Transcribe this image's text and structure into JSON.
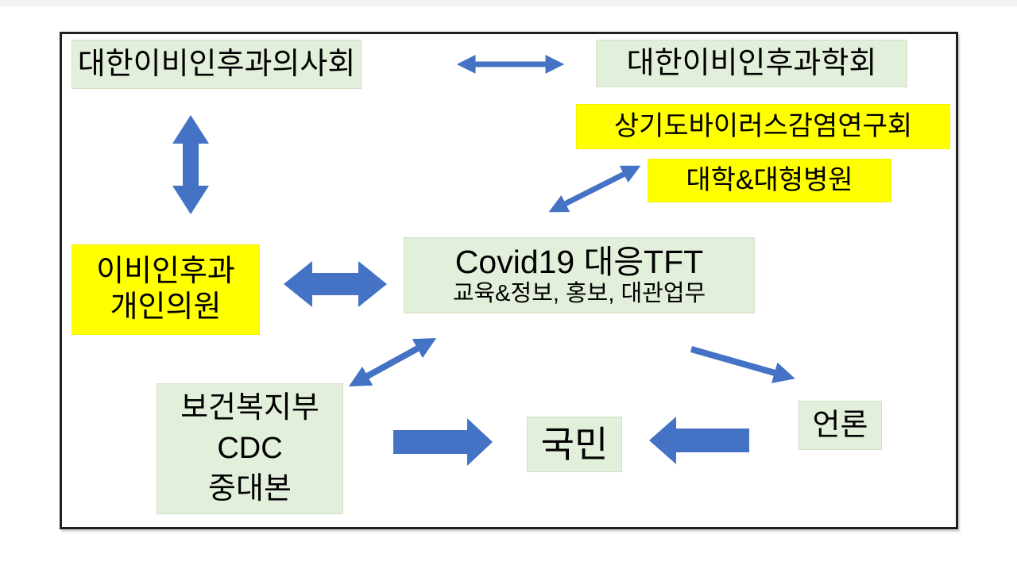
{
  "diagram": {
    "description": "Covid19 response task-force relationship diagram (Korean ENT societies)",
    "nodes": {
      "uisahoe": {
        "label": "대한이비인후과의사회"
      },
      "hakhoe": {
        "label": "대한이비인후과학회"
      },
      "virus_society": {
        "label": "상기도바이러스감염연구회"
      },
      "univ_hospital": {
        "label": "대학&대형병원"
      },
      "tft": {
        "title": "Covid19 대응TFT",
        "subtitle": "교육&정보, 홍보, 대관업무"
      },
      "clinic": {
        "lines": [
          "이비인후과",
          "개인의원"
        ]
      },
      "mohw": {
        "lines": [
          "보건복지부",
          "CDC",
          "중대본"
        ]
      },
      "public": {
        "label": "국민"
      },
      "media": {
        "label": "언론"
      }
    },
    "edges": [
      {
        "from": "대한이비인후과의사회",
        "to": "대한이비인후과학회",
        "style": "thin-double-arrow"
      },
      {
        "from": "대한이비인후과의사회",
        "to": "이비인후과 개인의원",
        "style": "thick-double-arrow"
      },
      {
        "from": "Covid19 대응TFT",
        "to": "대학&대형병원",
        "style": "thin-double-arrow"
      },
      {
        "from": "이비인후과 개인의원",
        "to": "Covid19 대응TFT",
        "style": "thick-double-arrow"
      },
      {
        "from": "Covid19 대응TFT",
        "to": "보건복지부 CDC 중대본",
        "style": "thin-double-arrow"
      },
      {
        "from": "Covid19 대응TFT",
        "to": "언론",
        "style": "thin-single-arrow"
      },
      {
        "from": "보건복지부 CDC 중대본",
        "to": "국민",
        "style": "thick-single-arrow"
      },
      {
        "from": "언론",
        "to": "국민",
        "style": "thick-single-arrow"
      }
    ],
    "colors": {
      "green_box": "#e2efda",
      "yellow_box": "#ffff00",
      "arrow_blue": "#4472c4",
      "frame_border": "#1f1f1f",
      "text": "#000000",
      "page_background": "#ffffff"
    }
  }
}
